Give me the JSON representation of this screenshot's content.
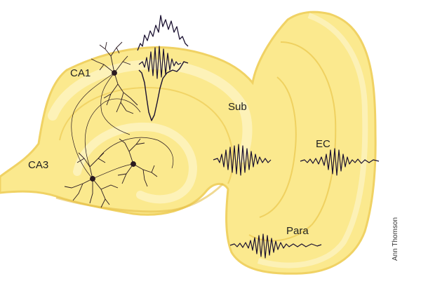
{
  "labels": {
    "ca1": "CA1",
    "ca3": "CA3",
    "sub": "Sub",
    "ec": "EC",
    "para": "Para"
  },
  "credit": "Ann Thomson",
  "colors": {
    "tissue": "#fbe98e",
    "tissue_edge": "#f0d264",
    "tissue_highlight": "#fdf3c0",
    "trace": "#1a1030",
    "neuron": "#2a1a20",
    "background": "#ffffff"
  }
}
